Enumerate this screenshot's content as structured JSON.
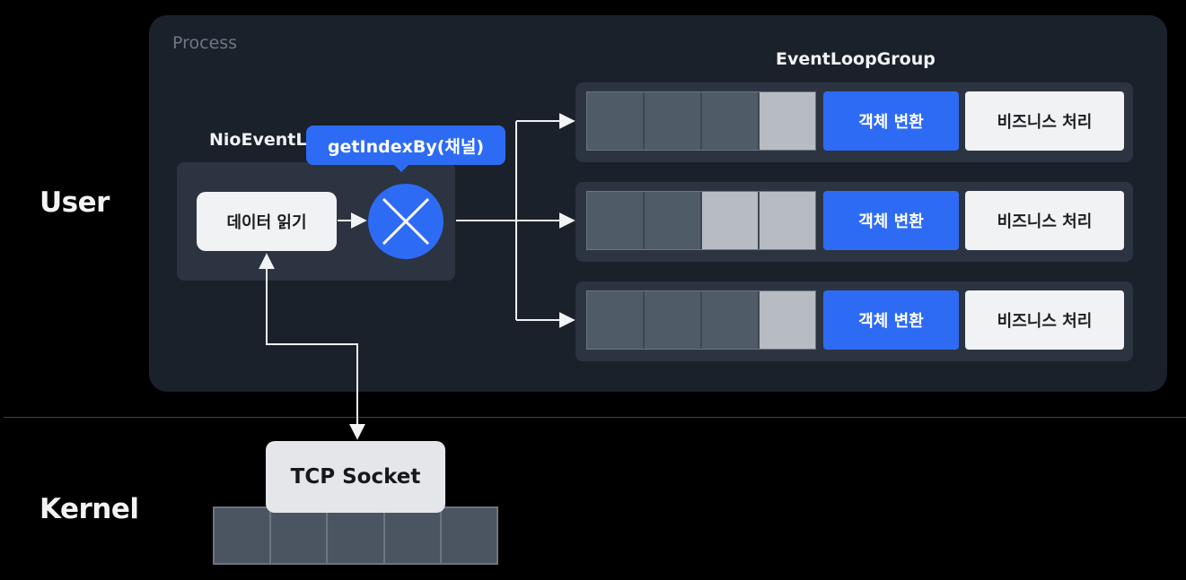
{
  "layers": {
    "user": "User",
    "kernel": "Kernel"
  },
  "process": {
    "label": "Process"
  },
  "nio_event_loop": {
    "label": "NioEventL",
    "read_label": "데이터 읽기",
    "tooltip": "getIndexBy(채널)"
  },
  "event_loop_group": {
    "label": "EventLoopGroup",
    "loops": [
      {
        "queue": [
          false,
          false,
          false,
          true
        ],
        "convert_label": "객체 변환",
        "business_label": "비즈니스 처리"
      },
      {
        "queue": [
          false,
          false,
          true,
          true
        ],
        "convert_label": "객체 변환",
        "business_label": "비즈니스 처리"
      },
      {
        "queue": [
          false,
          false,
          false,
          true
        ],
        "convert_label": "객체 변환",
        "business_label": "비즈니스 처리"
      }
    ]
  },
  "kernel": {
    "socket_label": "TCP Socket",
    "buffer_slots": 5
  },
  "colors": {
    "background": "#000000",
    "process_panel": "#1a212b",
    "inner_panel": "#2b3440",
    "accent_blue": "#2e6bf5",
    "light_box": "#f1f2f4",
    "queue_empty": "#505b68",
    "queue_filled": "#b7bcc3",
    "arrow": "#f2f3f5"
  },
  "icons": {
    "selector": "selector-cross-icon"
  }
}
